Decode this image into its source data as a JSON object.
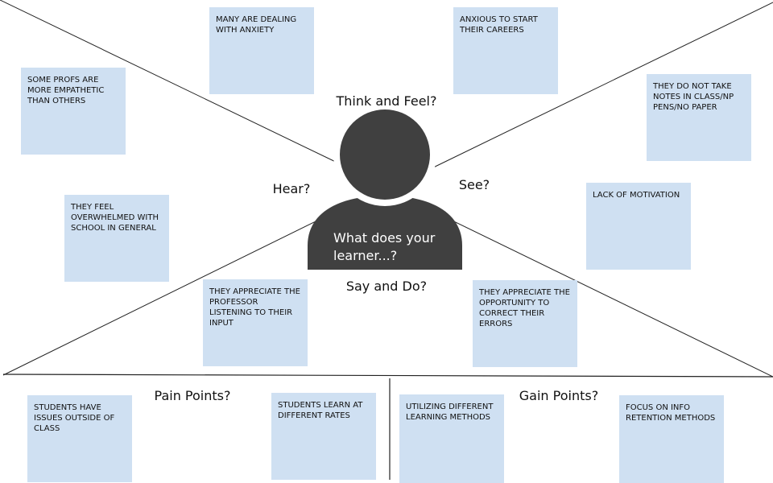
{
  "sections": {
    "think_feel": "Think and Feel?",
    "hear": "Hear?",
    "see": "See?",
    "say_do": "Say and Do?",
    "pain": "Pain Points?",
    "gain": "Gain Points?"
  },
  "center": {
    "line1": "What does your",
    "line2": "learner...?"
  },
  "colors": {
    "note": "#cfe0f2",
    "person": "#404040",
    "line": "#222222"
  },
  "notes": [
    {
      "section": "think_feel",
      "text": "MANY ARE DEALING WITH ANXIETY"
    },
    {
      "section": "think_feel",
      "text": "ANXIOUS TO START THEIR CAREERS"
    },
    {
      "section": "hear",
      "text": "SOME PROFS ARE MORE EMPATHETIC THAN OTHERS"
    },
    {
      "section": "see",
      "text": "THEY DO NOT TAKE NOTES IN CLASS/NP PENS/NO PAPER"
    },
    {
      "section": "hear",
      "text": "THEY FEEL OVERWHELMED WITH SCHOOL IN GENERAL"
    },
    {
      "section": "see",
      "text": "LACK OF MOTIVATION"
    },
    {
      "section": "say_do",
      "text": "THEY APPRECIATE THE PROFESSOR LISTENING TO THEIR INPUT"
    },
    {
      "section": "say_do",
      "text": "THEY APPRECIATE THE OPPORTUNITY TO CORRECT THEIR ERRORS"
    },
    {
      "section": "pain",
      "text": "STUDENTS HAVE ISSUES OUTSIDE OF CLASS"
    },
    {
      "section": "pain",
      "text": "STUDENTS LEARN AT DIFFERENT RATES"
    },
    {
      "section": "gain",
      "text": "UTILIZING DIFFERENT LEARNING METHODS"
    },
    {
      "section": "gain",
      "text": "FOCUS ON INFO RETENTION METHODS"
    }
  ]
}
